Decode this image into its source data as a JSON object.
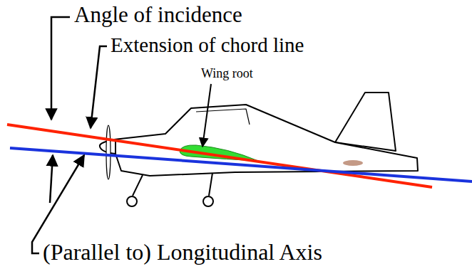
{
  "diagram": {
    "labels": [
      "Angle of incidence",
      "Extension of chord line",
      "Wing root",
      "(Parallel to) Longitudinal Axis"
    ]
  }
}
